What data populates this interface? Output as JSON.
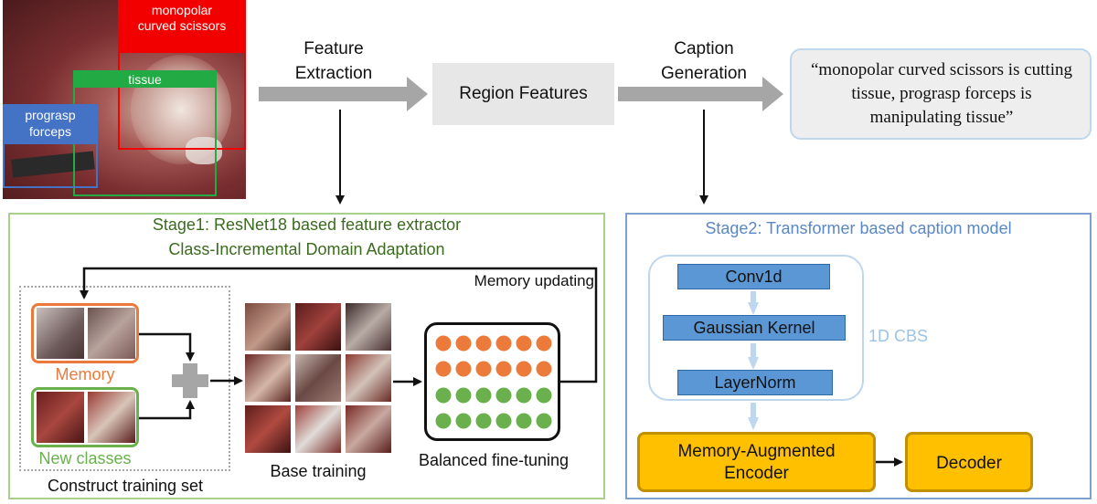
{
  "top": {
    "surgical_labels": {
      "scissors": "monopolar curved scissors",
      "tissue": "tissue",
      "forceps": "prograsp forceps"
    },
    "feature_extraction": "Feature Extraction",
    "region_features": "Region Features",
    "caption_generation": "Caption Generation",
    "caption_text": "“monopolar curved scissors is cutting tissue, prograsp forceps is manipulating tissue”"
  },
  "stage1": {
    "title_line1": "Stage1: ResNet18 based feature extractor",
    "title_line2": "Class-Incremental Domain Adaptation",
    "memory_updating": "Memory updating",
    "memory": "Memory",
    "new_classes": "New classes",
    "construct_training_set": "Construct training set",
    "base_training": "Base training",
    "balanced_fine_tuning": "Balanced fine-tuning"
  },
  "stage2": {
    "title": "Stage2: Transformer based caption model",
    "conv1d": "Conv1d",
    "gaussian_kernel": "Gaussian Kernel",
    "layernorm": "LayerNorm",
    "cbs": "1D CBS",
    "encoder": "Memory-Augmented Encoder",
    "decoder": "Decoder"
  },
  "colors": {
    "stage1_border": "#a8d08d",
    "stage1_title": "#3a6b1f",
    "stage2_border": "#7f9fd0",
    "stage2_title": "#5b87c4",
    "memory_orange": "#e97a3c",
    "new_classes_green": "#6ab04c",
    "dot_orange": "#ec7a3b",
    "dot_green": "#6ab04c",
    "blue_block": "#5b97d4",
    "gold_block": "#ffc000",
    "scissors_red": "#f20000",
    "tissue_green": "#22aa44",
    "forceps_blue": "#4472c4",
    "gray_arrow": "#a6a6a6",
    "region_box": "#e7e7e7",
    "caption_box": "#eeeeee"
  }
}
